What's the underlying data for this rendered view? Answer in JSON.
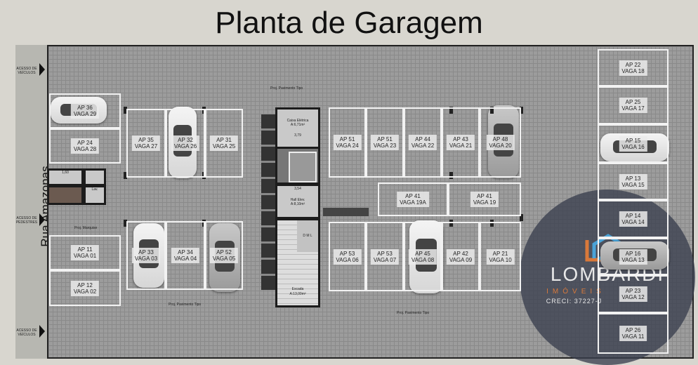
{
  "title": "Planta de Garagem",
  "street": "Rua Amazonas",
  "access": [
    "ACESSO DE VEÍCULOS",
    "ACESSO DE PEDESTRES",
    "ACESSO DE VEÍCULOS"
  ],
  "notes": [
    "Proj. Pavimento Tipo",
    "Proj. Marquise",
    "Proj. Pavimento Tipo",
    "Proj. Pavimento Tipo"
  ],
  "spots": [
    {
      "ap": "AP 36",
      "vaga": "VAGA 29"
    },
    {
      "ap": "AP 24",
      "vaga": "VAGA 28"
    },
    {
      "ap": "AP 35",
      "vaga": "VAGA 27"
    },
    {
      "ap": "AP 32",
      "vaga": "VAGA 26"
    },
    {
      "ap": "AP 31",
      "vaga": "VAGA 25"
    },
    {
      "ap": "AP 11",
      "vaga": "VAGA 01"
    },
    {
      "ap": "AP 12",
      "vaga": "VAGA 02"
    },
    {
      "ap": "AP 33",
      "vaga": "VAGA 03"
    },
    {
      "ap": "AP 34",
      "vaga": "VAGA 04"
    },
    {
      "ap": "AP 52",
      "vaga": "VAGA 05"
    },
    {
      "ap": "AP 51",
      "vaga": "VAGA 24"
    },
    {
      "ap": "AP 51",
      "vaga": "VAGA 23"
    },
    {
      "ap": "AP 44",
      "vaga": "VAGA 22"
    },
    {
      "ap": "AP 43",
      "vaga": "VAGA 21"
    },
    {
      "ap": "AP 48",
      "vaga": "VAGA 20"
    },
    {
      "ap": "AP 41",
      "vaga": "VAGA 19A"
    },
    {
      "ap": "AP 41",
      "vaga": "VAGA 19"
    },
    {
      "ap": "AP 53",
      "vaga": "VAGA 06"
    },
    {
      "ap": "AP 53",
      "vaga": "VAGA 07"
    },
    {
      "ap": "AP 45",
      "vaga": "VAGA 08"
    },
    {
      "ap": "AP 42",
      "vaga": "VAGA 09"
    },
    {
      "ap": "AP 21",
      "vaga": "VAGA 10"
    },
    {
      "ap": "AP 22",
      "vaga": "VAGA 18"
    },
    {
      "ap": "AP 25",
      "vaga": "VAGA 17"
    },
    {
      "ap": "AP 15",
      "vaga": "VAGA 16"
    },
    {
      "ap": "AP 13",
      "vaga": "VAGA 15"
    },
    {
      "ap": "AP 14",
      "vaga": "VAGA 14"
    },
    {
      "ap": "AP 16",
      "vaga": "VAGA 13"
    },
    {
      "ap": "AP 23",
      "vaga": "VAGA 12"
    },
    {
      "ap": "AP 26",
      "vaga": "VAGA 11"
    }
  ],
  "core": {
    "electrical": "Caixa Elétrica",
    "electrical_area": "A:6,71m²",
    "electrical_width": "3,79",
    "hall": "Hall Elev.",
    "hall_area": "A:8,10m²",
    "hall_width": "3,54",
    "dml": "D M L",
    "stairs": "Escada",
    "stairs_area": "A:13,00m²"
  },
  "small_rooms": {
    "dim": "1,60",
    "lav": "Lav."
  },
  "watermark": {
    "name": "LOMBARDI",
    "sub": "IMÓVEIS",
    "creci": "CRECI: 37227-J",
    "colors": {
      "orange": "#d9793a",
      "blue": "#4aa3d8"
    }
  }
}
